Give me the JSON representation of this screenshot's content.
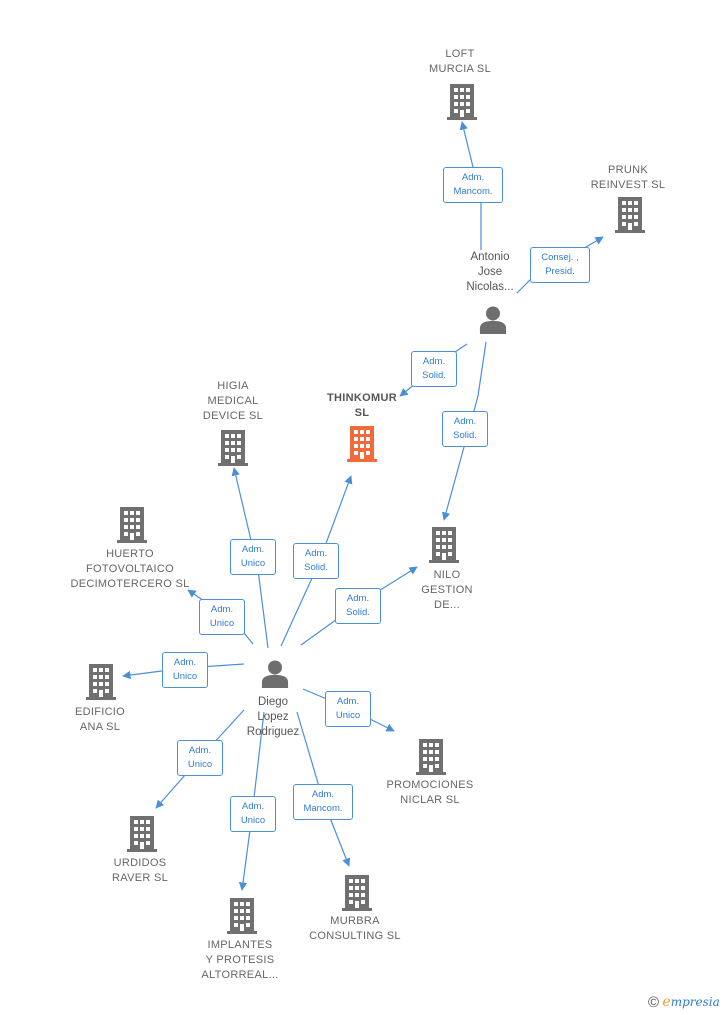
{
  "companies": [
    {
      "id": "loft",
      "label": "LOFT\nMURCIA  SL",
      "color": "#707070"
    },
    {
      "id": "prunk",
      "label": "PRUNK\nREINVEST  SL",
      "color": "#707070"
    },
    {
      "id": "thinkomur",
      "label": "THINKOMUR\nSL",
      "color": "#f26a3a",
      "highlight": true
    },
    {
      "id": "higia",
      "label": "HIGIA\nMEDICAL\nDEVICE  SL",
      "color": "#707070"
    },
    {
      "id": "huerto",
      "label": "HUERTO\nFOTOVOLTAICO\nDECIMOTERCERO SL",
      "color": "#707070"
    },
    {
      "id": "nilo",
      "label": "NILO\nGESTION\nDE...",
      "color": "#707070"
    },
    {
      "id": "edificio",
      "label": "EDIFICIO\nANA  SL",
      "color": "#707070"
    },
    {
      "id": "promociones",
      "label": "PROMOCIONES\nNICLAR SL",
      "color": "#707070"
    },
    {
      "id": "urdidos",
      "label": "URDIDOS\nRAVER SL",
      "color": "#707070"
    },
    {
      "id": "murbra",
      "label": "MURBRA\nCONSULTING SL",
      "color": "#707070"
    },
    {
      "id": "implantes",
      "label": "IMPLANTES\nY PROTESIS\nALTORREAL...",
      "color": "#707070"
    }
  ],
  "persons": [
    {
      "id": "antonio",
      "label": "Antonio\nJose\nNicolas..."
    },
    {
      "id": "diego",
      "label": "Diego\nLopez\nRodriguez"
    }
  ],
  "roles": [
    {
      "id": "r-loft",
      "label": "Adm.\nMancom."
    },
    {
      "id": "r-prunk",
      "label": "Consej. ,\nPresid."
    },
    {
      "id": "r-think",
      "label": "Adm.\nSolid."
    },
    {
      "id": "r-nilo-a",
      "label": "Adm.\nSolid."
    },
    {
      "id": "r-higia",
      "label": "Adm.\nUnico"
    },
    {
      "id": "r-think-d",
      "label": "Adm.\nSolid."
    },
    {
      "id": "r-huerto",
      "label": "Adm.\nUnico"
    },
    {
      "id": "r-nilo-d",
      "label": "Adm.\nSolid."
    },
    {
      "id": "r-edificio",
      "label": "Adm.\nUnico"
    },
    {
      "id": "r-promo",
      "label": "Adm.\nUnico"
    },
    {
      "id": "r-urdidos",
      "label": "Adm.\nUnico"
    },
    {
      "id": "r-implantes",
      "label": "Adm.\nUnico"
    },
    {
      "id": "r-murbra",
      "label": "Adm.\nMancom."
    }
  ],
  "colors": {
    "edge": "#4a90d9",
    "building": "#707070",
    "highlight": "#f26a3a",
    "person": "#6e6e6e"
  },
  "brand": {
    "copyright": "©",
    "initial": "e",
    "name": "mpresia"
  }
}
